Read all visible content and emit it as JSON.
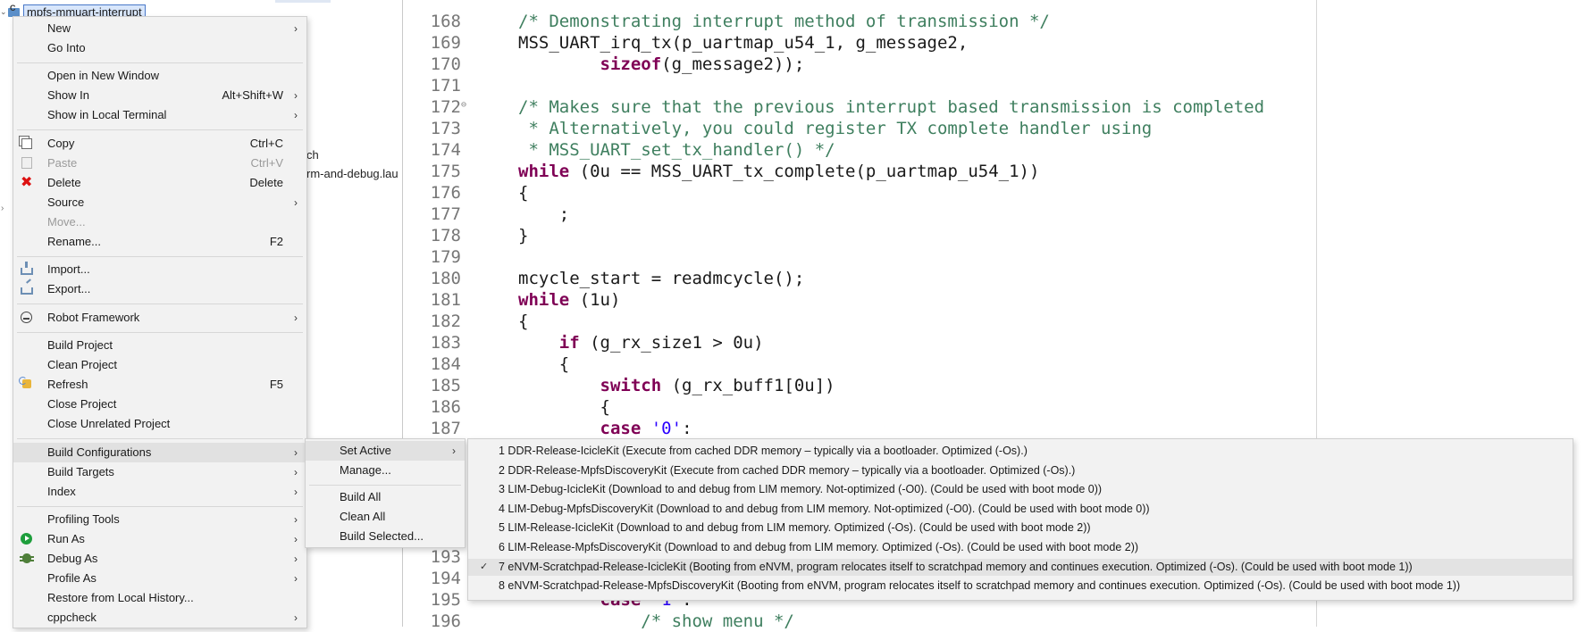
{
  "explorer": {
    "project_name": "mpfs-mmuart-interrupt",
    "partial_item_1": "ch",
    "partial_item_2": "rm-and-debug.lau"
  },
  "editor": {
    "lines": [
      {
        "n": "168",
        "html": "<span class=\"cm\">/* Demonstrating interrupt method of transmission */</span>"
      },
      {
        "n": "169",
        "html": "MSS_UART_irq_tx(p_uartmap_u54_1, g_message2,"
      },
      {
        "n": "170",
        "html": "        <span class=\"kw\">sizeof</span>(g_message2));"
      },
      {
        "n": "171",
        "html": ""
      },
      {
        "n": "172",
        "fold": true,
        "html": "<span class=\"cm\">/* Makes sure that the previous interrupt based transmission is completed</span>"
      },
      {
        "n": "173",
        "html": "<span class=\"cm\"> * Alternatively, you could register TX complete handler using</span>"
      },
      {
        "n": "174",
        "html": "<span class=\"cm\"> * MSS_UART_set_tx_handler() */</span>"
      },
      {
        "n": "175",
        "html": "<span class=\"kw\">while</span> (0u == MSS_UART_tx_complete(p_uartmap_u54_1))"
      },
      {
        "n": "176",
        "html": "{"
      },
      {
        "n": "177",
        "html": "    ;"
      },
      {
        "n": "178",
        "html": "}"
      },
      {
        "n": "179",
        "html": ""
      },
      {
        "n": "180",
        "html": "mcycle_start = readmcycle();"
      },
      {
        "n": "181",
        "html": "<span class=\"kw\">while</span> (1u)"
      },
      {
        "n": "182",
        "html": "{"
      },
      {
        "n": "183",
        "html": "    <span class=\"kw\">if</span> (g_rx_size1 &gt; 0u)"
      },
      {
        "n": "184",
        "html": "    {"
      },
      {
        "n": "185",
        "html": "        <span class=\"kw\">switch</span> (g_rx_buff1[0u])"
      },
      {
        "n": "186",
        "html": "        {"
      },
      {
        "n": "187",
        "html": "        <span class=\"kw\">case</span> <span class=\"st\">'0'</span>:"
      },
      {
        "n": "193",
        "html": ""
      },
      {
        "n": "194",
        "html": ""
      },
      {
        "n": "195",
        "html": "        <span class=\"kw\">case</span> <span class=\"st\">'1'</span>:"
      },
      {
        "n": "196",
        "html": "            <span class=\"cm\">/* show menu */</span>"
      }
    ]
  },
  "context_menu": {
    "items": {
      "new": "New",
      "go_into": "Go Into",
      "open_new_window": "Open in New Window",
      "show_in": "Show In",
      "show_in_acc": "Alt+Shift+W",
      "show_local_terminal": "Show in Local Terminal",
      "copy": "Copy",
      "copy_acc": "Ctrl+C",
      "paste": "Paste",
      "paste_acc": "Ctrl+V",
      "delete": "Delete",
      "delete_acc": "Delete",
      "source": "Source",
      "move": "Move...",
      "rename": "Rename...",
      "rename_acc": "F2",
      "import": "Import...",
      "export": "Export...",
      "robot_framework": "Robot Framework",
      "build_project": "Build Project",
      "clean_project": "Clean Project",
      "refresh": "Refresh",
      "refresh_acc": "F5",
      "close_project": "Close Project",
      "close_unrelated": "Close Unrelated Project",
      "build_configurations": "Build Configurations",
      "build_targets": "Build Targets",
      "index": "Index",
      "profiling_tools": "Profiling Tools",
      "run_as": "Run As",
      "debug_as": "Debug As",
      "profile_as": "Profile As",
      "restore_history": "Restore from Local History...",
      "cppcheck": "cppcheck"
    }
  },
  "build_config_menu": {
    "set_active": "Set Active",
    "manage": "Manage...",
    "build_all": "Build All",
    "clean_all": "Clean All",
    "build_selected": "Build Selected..."
  },
  "set_active_menu": {
    "check": "✓",
    "items": [
      "1 DDR-Release-IcicleKit (Execute from cached DDR memory – typically via a bootloader. Optimized (-Os).)",
      "2 DDR-Release-MpfsDiscoveryKit (Execute from cached DDR memory – typically via a bootloader. Optimized (-Os).)",
      "3 LIM-Debug-IcicleKit (Download to and debug from LIM memory. Not-optimized (-O0). (Could be used with boot mode 0))",
      "4 LIM-Debug-MpfsDiscoveryKit (Download to and debug from LIM memory. Not-optimized (-O0). (Could be used with boot mode 0))",
      "5 LIM-Release-IcicleKit (Download to and debug from LIM memory. Optimized (-Os). (Could be used with boot mode 2))",
      "6 LIM-Release-MpfsDiscoveryKit (Download to and debug from LIM memory. Optimized (-Os). (Could be used with boot mode 2))",
      "7 eNVM-Scratchpad-Release-IcicleKit (Booting from eNVM, program relocates itself to scratchpad memory and continues execution. Optimized (-Os). (Could be used with boot mode 1))",
      "8 eNVM-Scratchpad-Release-MpfsDiscoveryKit (Booting from eNVM, program relocates itself to scratchpad memory and continues execution. Optimized (-Os). (Could be used with boot mode 1))"
    ],
    "active_index": 6
  },
  "icons": {
    "arrow": "›"
  }
}
